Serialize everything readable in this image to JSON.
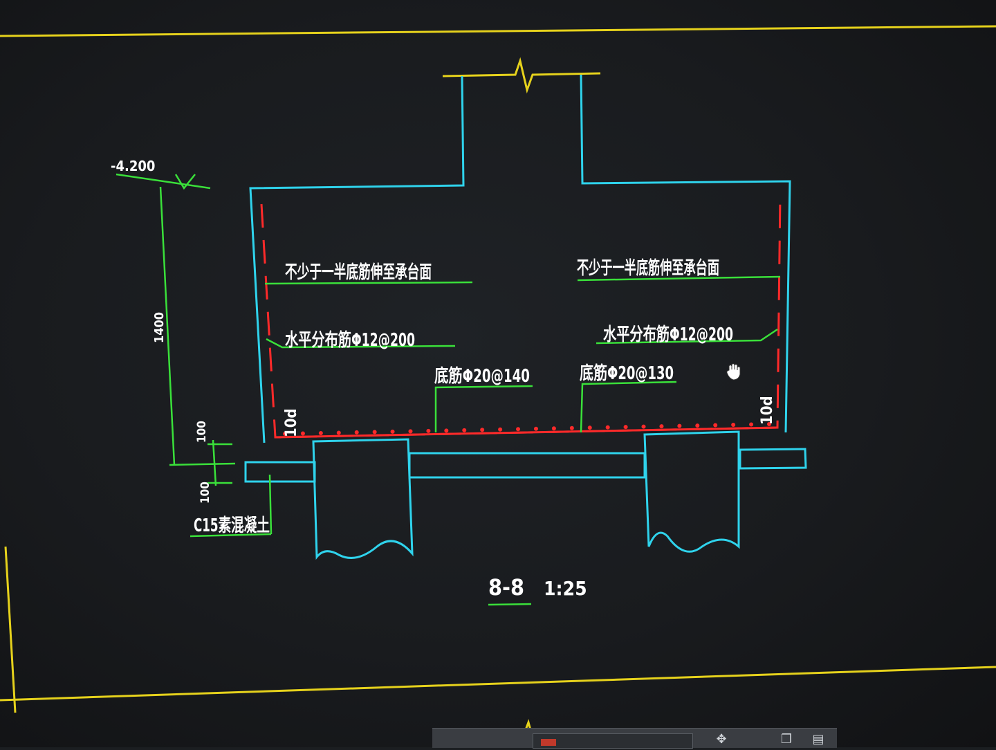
{
  "drawing": {
    "elevation": "-4.200",
    "dim_height": "1400",
    "dim_100_top": "100",
    "dim_100_bottom": "100",
    "note_left_top": "不少于一半底筋伸至承台面",
    "note_right_top": "不少于一半底筋伸至承台面",
    "rebar_horizontal_left": "水平分布筋Φ12@200",
    "rebar_horizontal_right": "水平分布筋Φ12@200",
    "rebar_bottom_left": "底筋Φ20@140",
    "rebar_bottom_right": "底筋Φ20@130",
    "anchor_left": "10d",
    "anchor_right": "10d",
    "concrete_label": "C15素混凝土",
    "section_label": "8-8",
    "scale_label": "1:25"
  },
  "colors": {
    "background": "#1b1e21",
    "frame": "#e6d21c",
    "concrete": "#2fd3ec",
    "rebar": "#ff2a2a",
    "dimension": "#3ae03a",
    "text": "#ffffff"
  },
  "toolbar": {
    "icons": [
      "move-icon",
      "copy-icon",
      "paste-icon"
    ]
  }
}
